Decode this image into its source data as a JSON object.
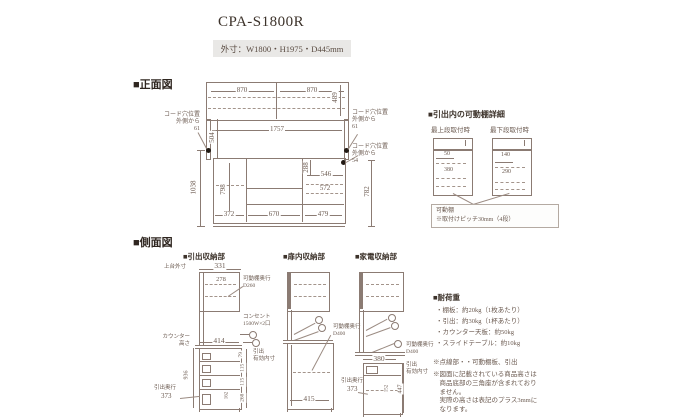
{
  "page": {
    "title": "CPA-S1800R",
    "outer_size": "外寸：W1800・H1975・D445mm"
  },
  "front": {
    "heading": "■正面図",
    "w_top_left": "870",
    "w_top_right": "870",
    "h_top": "489",
    "w_inner": "1757",
    "h_upper_open": "504",
    "cord_label_left": "コード穴位置\n外側から\n61",
    "cord_label_right1": "コード穴位置\n外側から\n61",
    "cord_label_right2": "コード穴位置\n外側から\n54",
    "h_lower_total": "1038",
    "h_left_inner": "798",
    "h_288": "288",
    "w_546": "546",
    "w_572": "572",
    "h_right": "782",
    "w_bottom_left": "372",
    "w_bottom_mid": "670",
    "w_bottom_right": "479"
  },
  "shelf_detail": {
    "heading": "■引出内の可動棚詳細",
    "top_title": "最上段取付時",
    "bottom_title": "最下段取付時",
    "top_pos_upper": "50",
    "top_pos_lower": "380",
    "bottom_pos_upper": "140",
    "bottom_pos_lower": "290",
    "callout": "可動棚\n※取付けピッチ30mm（4段）"
  },
  "side": {
    "heading": "■側面図",
    "drawer_unit": {
      "title": "■引出収納部",
      "upper_outer_label": "上台外寸",
      "upper_outer_w": "331",
      "upper_inner_w": "278",
      "shelf_depth": "可動棚奥行\nD260",
      "outlet": "コンセント\n1500W×2口",
      "counter_label": "カウンター\n高さ",
      "counter_w": "414",
      "drawer_inner_label": "引出\n有効内寸",
      "drawer_h1": "79",
      "drawer_h2": "115",
      "drawer_h3": "115",
      "drawer_h4": "268",
      "lower_h": "936",
      "inner_h": "162",
      "drawer_depth_label": "引出奥行",
      "drawer_depth": "373"
    },
    "door_unit": {
      "title": "■扉内収納部",
      "shelf_depth": "可動棚奥行\nD400",
      "bottom_w": "415"
    },
    "appliance_unit": {
      "title": "■家電収納部",
      "slide_w": "380",
      "shelf_depth": "可動棚奥行\nD400",
      "drawer_inner_label": "引出\n有効内寸",
      "drawer_h": "447",
      "inner_h": "152",
      "drawer_depth_label": "引出奥行",
      "drawer_depth": "373"
    }
  },
  "load": {
    "heading": "■耐荷重",
    "items": [
      "・棚板：約20kg（1枚あたり）",
      "・引出：約30kg（1杯あたり）",
      "・カウンター天板：約50kg",
      "・スライドテーブル：約10kg"
    ]
  },
  "notes": {
    "note1": "※点線部・・可動棚板、引出",
    "note2": "※図面に記載されている商品高さは\n　商品底部の三角座が含まれており\n　ません。\n　実際の高さは表記のプラス3mmに\n　なります。"
  },
  "colors": {
    "line": "#8b7b73",
    "text": "#6b5a50",
    "heading": "#2f2620",
    "box_bg": "#e9e8e6"
  }
}
